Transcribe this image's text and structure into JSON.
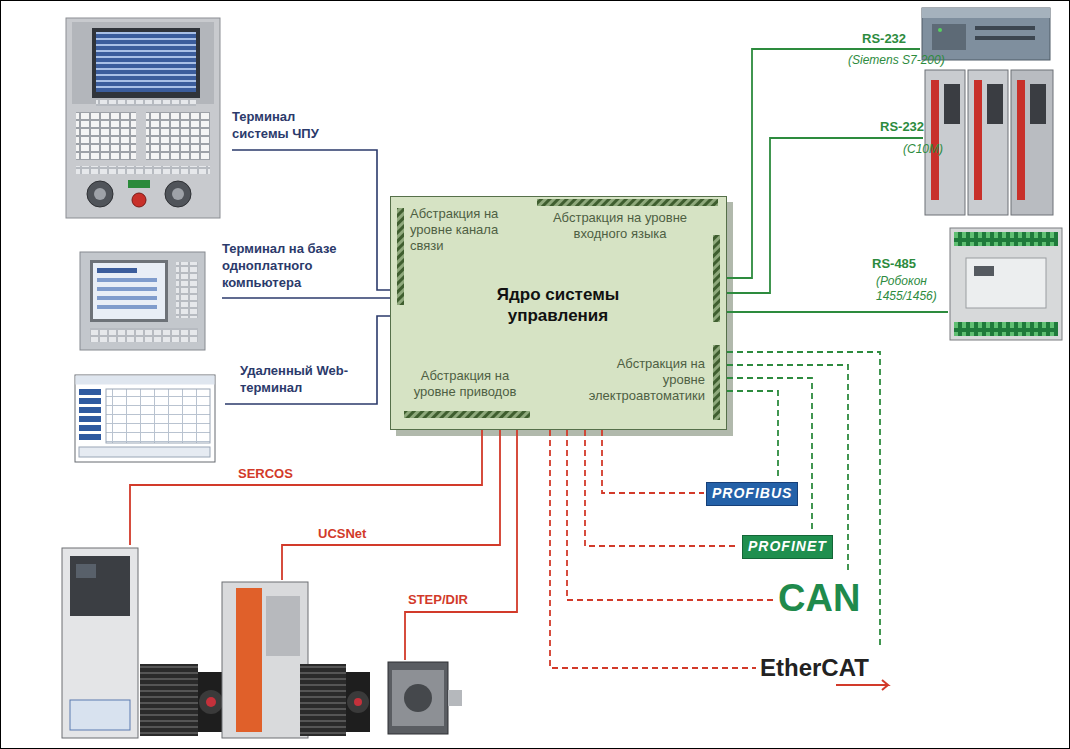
{
  "diagram": {
    "nodes": [
      {
        "text": [
          "Абстракция на уровне канала связи",
          "Абстракция на уровне входного языка",
          "Ядро системы управления",
          "Абстракция на уровне приводов",
          "Абстракция на уровне электроавтоматики"
        ]
      }
    ],
    "labels": [
      "Терминал системы ЧПУ",
      "Терминал на базе одноплатного компьютера",
      "Удаленный Web-терминал",
      "RS-232",
      "(Siemens S7-200)",
      "RS-232",
      "(C10M)",
      "RS-485",
      "(Робокон 1455/1456)",
      "SERCOS",
      "UCSNet",
      "STEP/DIR",
      "PROFIBUS",
      "PROFINET",
      "CAN",
      "EtherCAT"
    ]
  }
}
